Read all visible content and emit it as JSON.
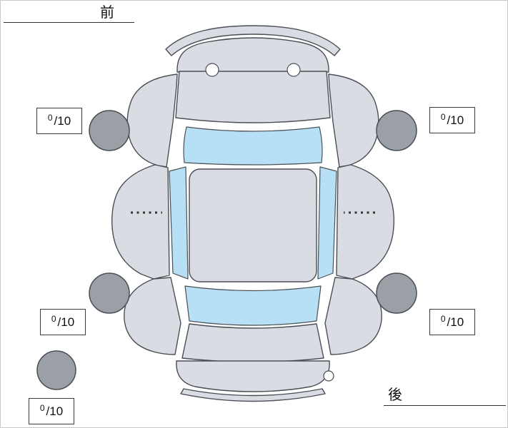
{
  "labels": {
    "front": "前",
    "rear": "後"
  },
  "scores": {
    "front_left": {
      "value": "0",
      "max": "/10"
    },
    "front_right": {
      "value": "0",
      "max": "/10"
    },
    "rear_left": {
      "value": "0",
      "max": "/10"
    },
    "rear_right": {
      "value": "0",
      "max": "/10"
    },
    "spare": {
      "value": "0",
      "max": "/10"
    }
  },
  "diagram": {
    "type": "car-top-view",
    "colors": {
      "body": "#d9dde3",
      "glass": "#b7e0f6",
      "tire": "#9aa0a6",
      "outline": "#4a4f55",
      "line": "#333333",
      "border": "#c9c9c9"
    }
  }
}
